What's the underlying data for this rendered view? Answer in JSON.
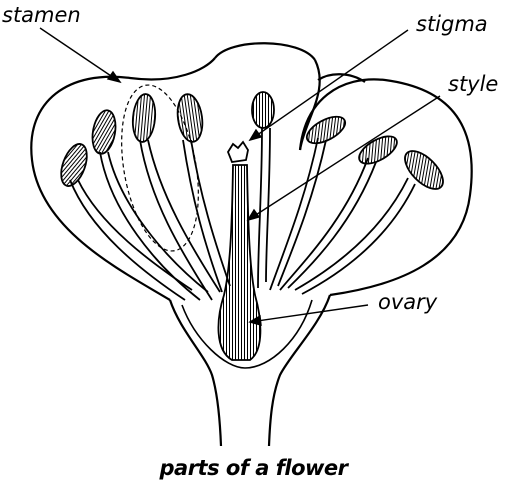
{
  "labels": {
    "stamen": "stamen",
    "stigma": "stigma",
    "style": "style",
    "ovary": "ovary"
  },
  "caption": "parts of a flower"
}
